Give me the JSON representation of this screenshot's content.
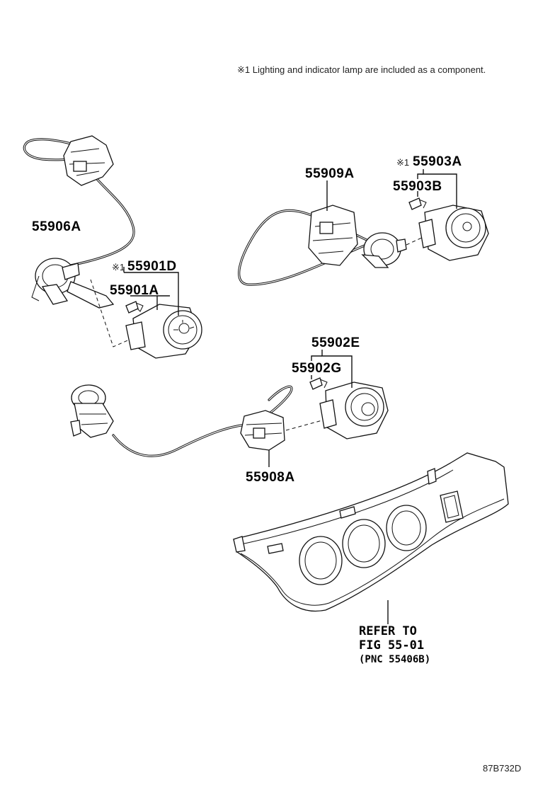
{
  "note": "※1 Lighting and indicator lamp are included as a component.",
  "labels": {
    "p55906A": "55906A",
    "p55901D": "55901D",
    "p55901D_mark": "※1",
    "p55901A": "55901A",
    "p55909A": "55909A",
    "p55903A": "55903A",
    "p55903A_mark": "※1",
    "p55903B": "55903B",
    "p55902E": "55902E",
    "p55902G": "55902G",
    "p55908A": "55908A"
  },
  "reference": {
    "line1": "REFER TO",
    "line2": "FIG 55-01",
    "line3": "(PNC 55406B)"
  },
  "figure_code": "87B732D"
}
